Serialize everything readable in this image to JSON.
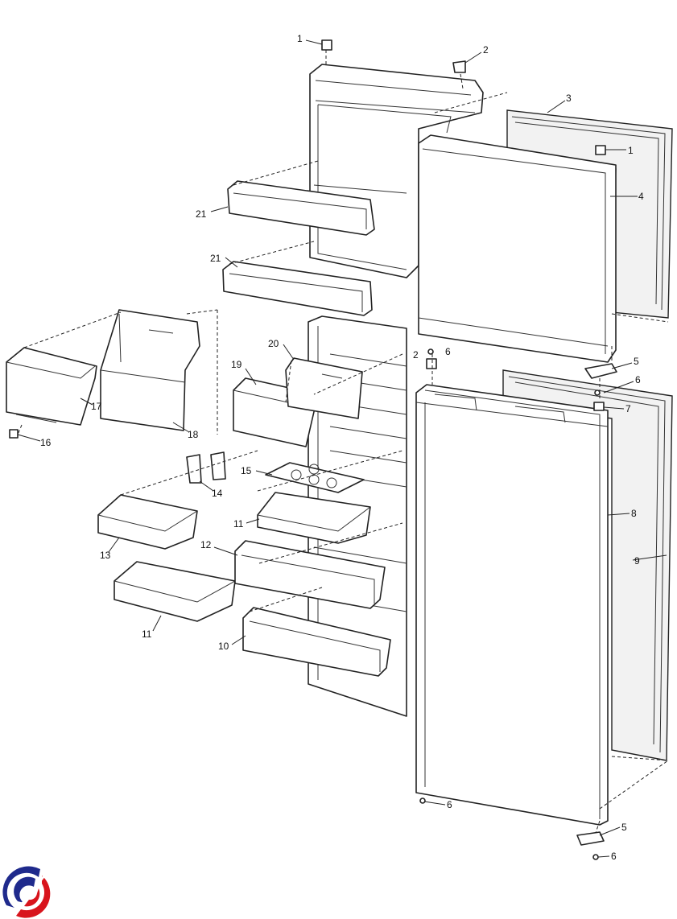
{
  "title": "Refrigerator door exploded parts diagram",
  "callouts": [
    "1",
    "2",
    "3",
    "1",
    "4",
    "21",
    "21",
    "20",
    "2",
    "6",
    "5",
    "6",
    "7",
    "19",
    "17",
    "18",
    "16",
    "14",
    "15",
    "8",
    "9",
    "11",
    "13",
    "12",
    "11",
    "10",
    "6",
    "5",
    "6"
  ],
  "logo": {
    "colors": {
      "blue": "#1f2a8c",
      "red": "#d8141c"
    }
  }
}
